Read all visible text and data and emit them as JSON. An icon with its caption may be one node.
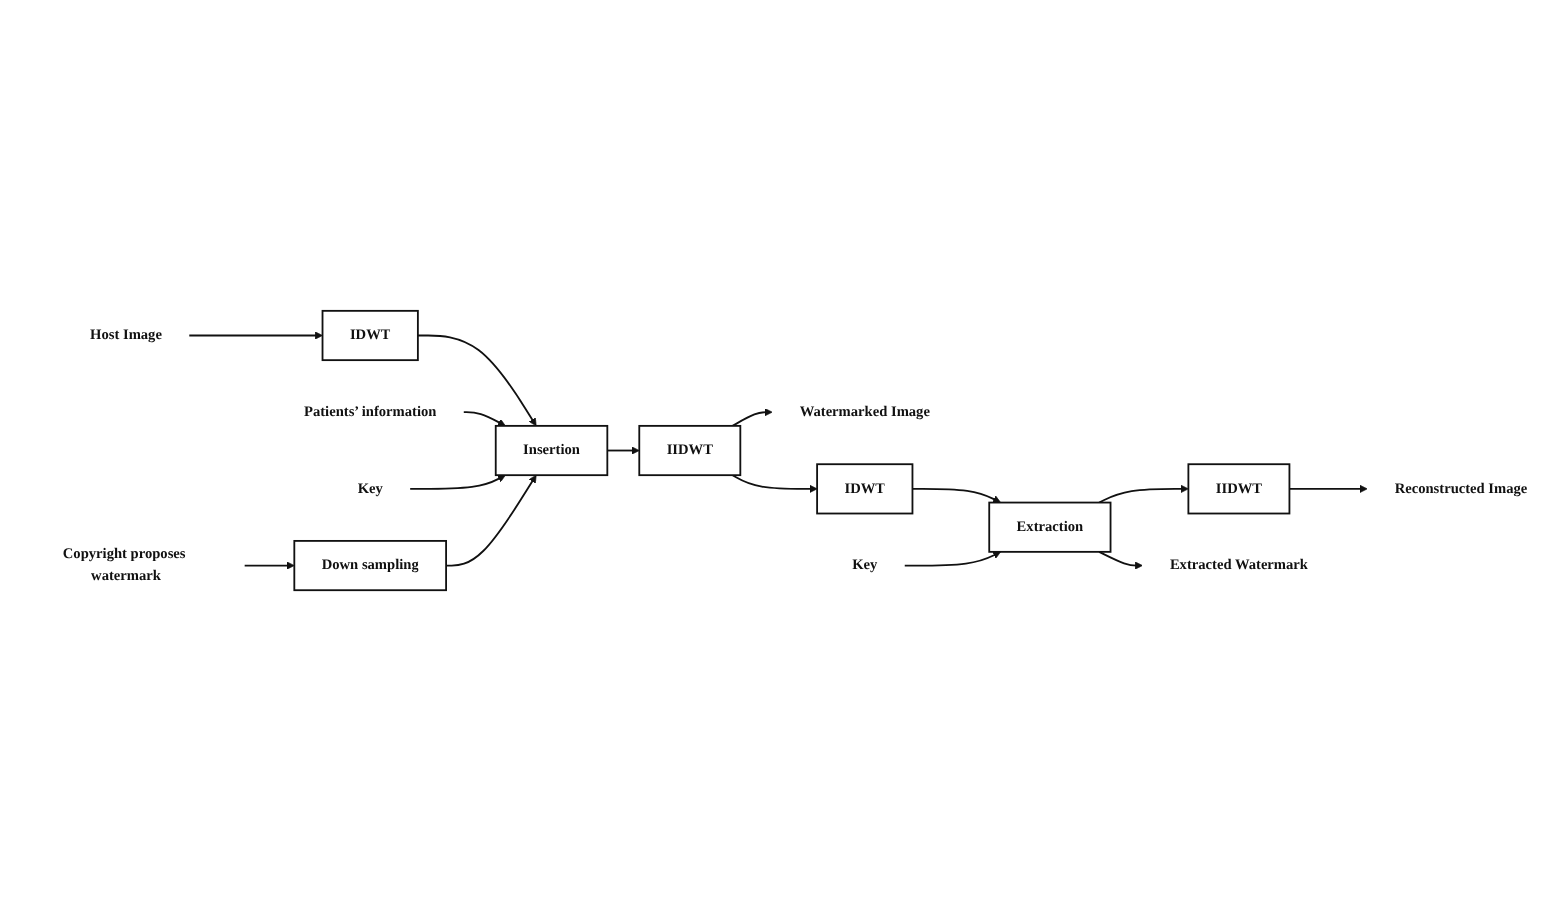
{
  "diagram": {
    "nodes": [
      {
        "text": [
          "Host Image"
        ]
      },
      {
        "text": [
          "IDWT"
        ]
      },
      {
        "text": [
          "Insertion"
        ]
      },
      {
        "text": [
          "IIDWT"
        ]
      },
      {
        "text": [
          "Watermarked Image"
        ]
      },
      {
        "text": [
          "Patients’ information"
        ]
      },
      {
        "text": [
          "Key"
        ]
      },
      {
        "text": [
          "Down sampling"
        ]
      },
      {
        "text": [
          "Copyright proposes watermark"
        ]
      },
      {
        "text": [
          "IDWT"
        ]
      },
      {
        "text": [
          "Extraction"
        ]
      },
      {
        "text": [
          "IIDWT"
        ]
      },
      {
        "text": [
          "Reconstructed Image"
        ]
      },
      {
        "text": [
          "Extracted Watermark"
        ]
      },
      {
        "text": [
          "Key"
        ]
      }
    ],
    "edges": [
      {
        "from": 0,
        "to": 1,
        "arrow": "to"
      },
      {
        "from": 1,
        "to": 2,
        "arrow": "to"
      },
      {
        "from": 2,
        "to": 3,
        "arrow": "to"
      },
      {
        "from": 3,
        "to": 4,
        "arrow": "to"
      },
      {
        "from": 5,
        "to": 2,
        "arrow": "to"
      },
      {
        "from": 6,
        "to": 2,
        "arrow": "to"
      },
      {
        "from": 7,
        "to": 2,
        "arrow": "to"
      },
      {
        "from": 8,
        "to": 7,
        "arrow": "to"
      },
      {
        "from": 3,
        "to": 9,
        "arrow": "to"
      },
      {
        "from": 9,
        "to": 10,
        "arrow": "to"
      },
      {
        "from": 10,
        "to": 11,
        "arrow": "to"
      },
      {
        "from": 11,
        "to": 12,
        "arrow": "to"
      },
      {
        "from": 10,
        "to": 13,
        "arrow": "to"
      },
      {
        "from": 14,
        "to": 10,
        "arrow": "to"
      }
    ]
  }
}
